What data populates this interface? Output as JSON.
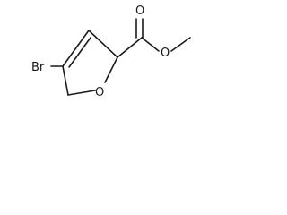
{
  "molecule": {
    "atoms": {
      "bromine": "Br",
      "ring_oxygen": "O",
      "carbonyl_oxygen": "O",
      "ester_oxygen": "O"
    }
  }
}
